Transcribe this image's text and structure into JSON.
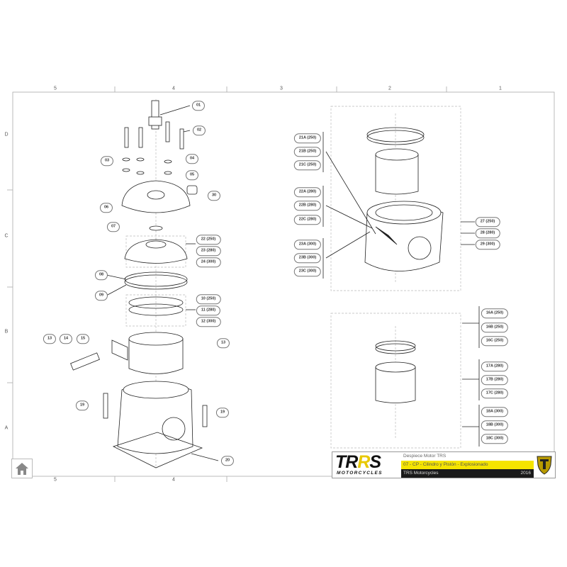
{
  "ruler": {
    "columns_top": [
      "5",
      "4",
      "3",
      "2",
      "1"
    ],
    "columns_bottom": [
      "5",
      "4"
    ],
    "rows": [
      "D",
      "C",
      "B",
      "A"
    ]
  },
  "callouts_left": [
    "01",
    "02",
    "03",
    "04",
    "05",
    "30",
    "06",
    "07",
    "22 (250)",
    "23 (280)",
    "24 (300)",
    "08",
    "09",
    "10 (250)",
    "11 (280)",
    "12 (300)",
    "13",
    "14",
    "15",
    "13",
    "19",
    "19",
    "20"
  ],
  "callouts_right_top": [
    "21A (250)",
    "21B (250)",
    "21C (250)",
    "22A (280)",
    "22B (280)",
    "22C (280)",
    "23A (300)",
    "23B (300)",
    "23C (300)"
  ],
  "callouts_right_side": [
    "27 (250)",
    "28 (280)",
    "29 (300)"
  ],
  "callouts_right_bottom": [
    "16A (250)",
    "16B (250)",
    "16C (250)",
    "17A (280)",
    "17B (280)",
    "17C (280)",
    "18A (300)",
    "18B (300)",
    "18C (300)"
  ],
  "title_block": {
    "logo_main": "TRRS",
    "logo_sub": "MOTORCYCLES",
    "line1": "Despiece Motor TRS",
    "line2": "07 - CP - Cilindro y Pistón - Explosionado",
    "line3": "TRS Motorcycles",
    "year": "2016",
    "accent": "#f5e400"
  },
  "home_icon": "home-icon"
}
